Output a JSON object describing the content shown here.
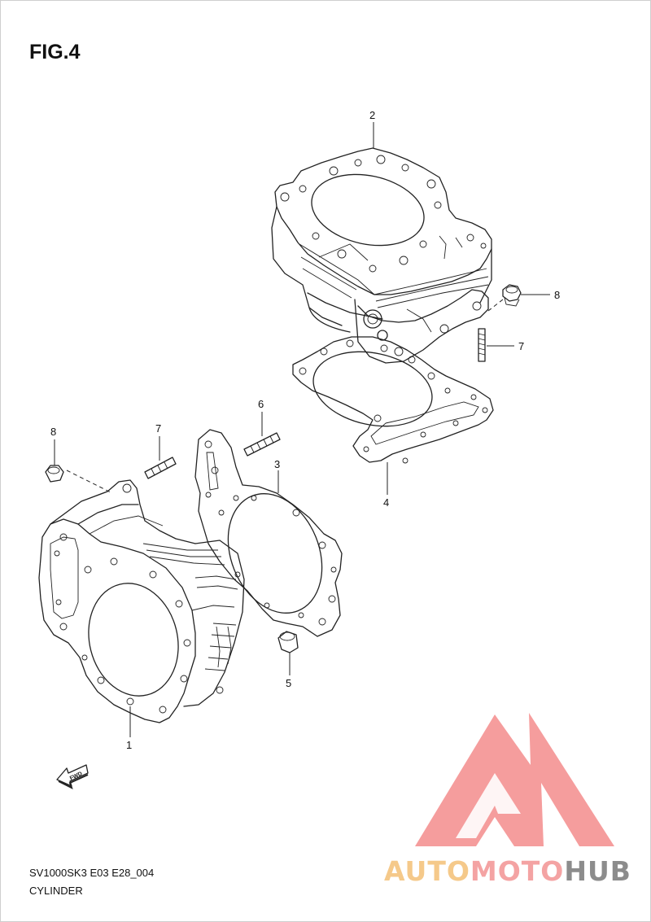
{
  "figure": {
    "title": "FIG.4"
  },
  "diagram_code": "SV1000SK3 E03 E28_004",
  "diagram_name": "CYLINDER",
  "callouts": [
    {
      "id": "c2",
      "label": "2"
    },
    {
      "id": "c8a",
      "label": "8"
    },
    {
      "id": "c7a",
      "label": "7"
    },
    {
      "id": "c6",
      "label": "6"
    },
    {
      "id": "c7b",
      "label": "7"
    },
    {
      "id": "c8b",
      "label": "8"
    },
    {
      "id": "c3",
      "label": "3"
    },
    {
      "id": "c4",
      "label": "4"
    },
    {
      "id": "c5",
      "label": "5"
    },
    {
      "id": "c1",
      "label": "1"
    }
  ],
  "fwd_marker": {
    "label": "FWD"
  },
  "watermark": {
    "text_a": "AUTO",
    "text_b": "MOTO",
    "text_c": "HUB",
    "color_a": "#f5c98a",
    "color_b": "#f4a3a3",
    "color_c": "#8c8c8c",
    "logo_color": "#f48c8c"
  }
}
